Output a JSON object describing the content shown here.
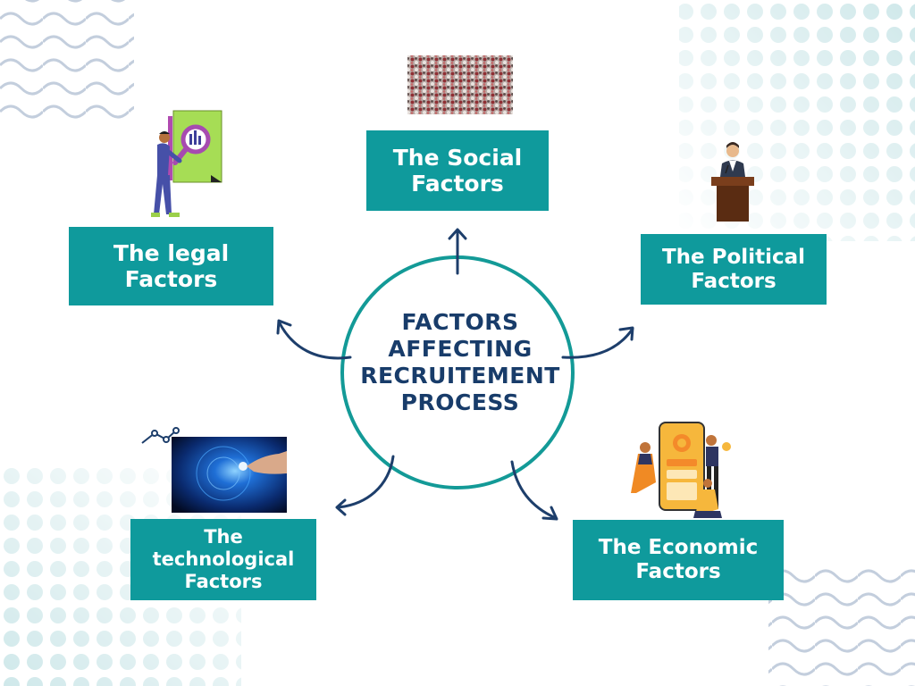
{
  "colors": {
    "box_fill": "#0f9a9c",
    "box_text": "#ffffff",
    "circle_stroke": "#139a97",
    "center_text": "#183c6a",
    "arrow": "#1d3e6b",
    "wave": "#c3cedd",
    "dots": "#cfe8ea"
  },
  "center": {
    "label": "FACTORS\nAFFECTING\nRECRUITEMENT\nPROCESS"
  },
  "factors": {
    "social": {
      "label": "The Social\nFactors",
      "icon": "crowd-photo-icon"
    },
    "political": {
      "label": "The Political\nFactors",
      "icon": "speaker-podium-icon"
    },
    "legal": {
      "label": "The legal\nFactors",
      "icon": "document-magnifier-icon"
    },
    "technological": {
      "label": "The\ntechnological\nFactors",
      "icon": "digital-touch-icon"
    },
    "economic": {
      "label": "The Economic\nFactors",
      "icon": "finance-app-icon"
    }
  }
}
